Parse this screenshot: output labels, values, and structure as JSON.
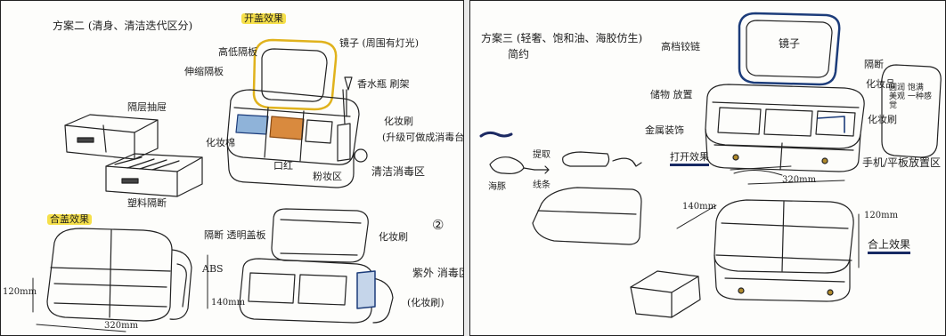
{
  "left": {
    "title": "方案二  (清身、清洁迭代区分)",
    "open_effect": "开盖效果",
    "closed_effect": "合盖效果",
    "circle_number": "②",
    "labels": {
      "mirror_light": "镜子 (周围有灯光)",
      "high_divider": "高低隔板",
      "elastic_divider": "伸缩隔板",
      "drawer_effect": "隔层抽屉",
      "removable_divider": "塑料隔断",
      "perfume_bottle": "香水瓶 刷架",
      "makeup_brush": "化妆刷",
      "makeup_brush_note": "(升级可做成消毒台",
      "cleaning_zone": "清洁消毒区",
      "makeup_cotton": "化妆棉",
      "lipstick": "口红",
      "cosmetic_zone": "粉妆区",
      "divider_clear": "隔断  透明盖板",
      "makeup_brush_2": "化妆刷",
      "uv_cleaning": "紫外 消毒区",
      "brush_holder": "(化妆刷)",
      "abs": "ABS",
      "dim_height": "120mm",
      "dim_depth": "140mm",
      "dim_width": "320mm"
    }
  },
  "right": {
    "title": "方案三  (轻奢、饱和油、海胶仿生)",
    "title_line2": "简约",
    "open_effect": "打开效果",
    "closed_effect": "合上效果",
    "labels": {
      "mirror": "镜子",
      "mirror_hinge": "高档铰链",
      "divider": "隔断",
      "makeup_storage": "化妆品",
      "storage_small": "储物 放置",
      "golden_button": "金属装饰",
      "brush_zone": "化妆刷",
      "phone_stand": "手机/平板放置区",
      "note_box": "圆润 饱满 美观 一种感觉",
      "seal": "海豚",
      "extract": "提取",
      "line_shape": "线条",
      "dim_width": "320mm",
      "dim_depth": "140mm",
      "dim_height": "120mm"
    }
  }
}
